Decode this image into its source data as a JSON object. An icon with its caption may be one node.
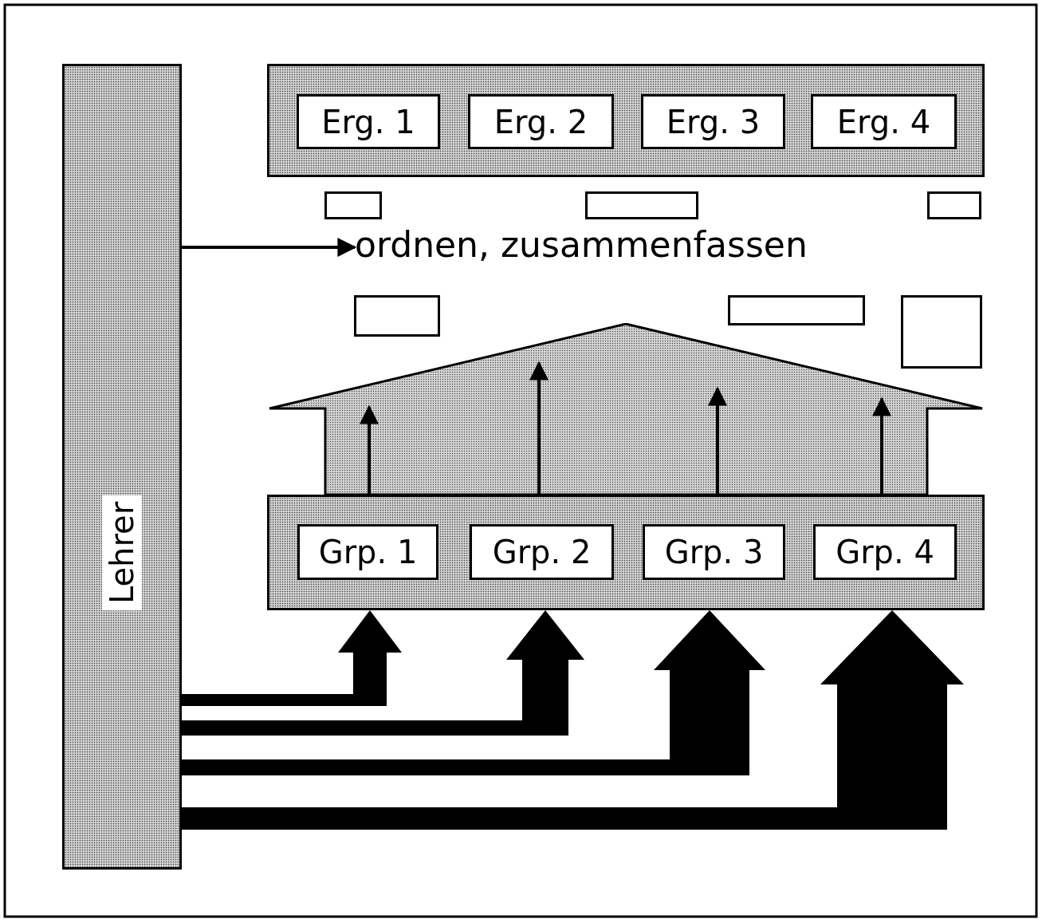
{
  "diagram": {
    "nodes": [
      {
        "text": [
          "Lehrer"
        ]
      },
      {
        "text": [],
        "shape": "box"
      },
      {
        "text": [
          "Erg. 1"
        ],
        "in": 1
      },
      {
        "text": [
          "Erg. 2"
        ],
        "in": 1
      },
      {
        "text": [
          "Erg. 3"
        ],
        "in": 1
      },
      {
        "text": [
          "Erg. 4"
        ],
        "in": 1
      },
      {
        "text": [
          "ordnen, zusammenfassen"
        ]
      },
      {
        "text": [],
        "shape": "box"
      },
      {
        "text": [],
        "shape": "box"
      },
      {
        "text": [],
        "shape": "box"
      },
      {
        "text": [],
        "shape": "box"
      },
      {
        "text": [],
        "shape": "box"
      },
      {
        "text": [],
        "shape": "box"
      },
      {
        "text": [],
        "shape": "pentagon"
      },
      {
        "text": [],
        "shape": "box"
      },
      {
        "text": [
          "Grp. 1"
        ],
        "in": 14
      },
      {
        "text": [
          "Grp. 2"
        ],
        "in": 14
      },
      {
        "text": [
          "Grp. 3"
        ],
        "in": 14
      },
      {
        "text": [
          "Grp. 4"
        ],
        "in": 14
      }
    ],
    "edges": [
      {
        "from": 0,
        "to": 6,
        "arrow": "to"
      },
      {
        "from": 14,
        "to": 13,
        "arrow": "to"
      },
      {
        "from": 14,
        "to": 13,
        "arrow": "to"
      },
      {
        "from": 14,
        "to": 13,
        "arrow": "to"
      },
      {
        "from": 14,
        "to": 13,
        "arrow": "to"
      },
      {
        "from": 0,
        "to": 14,
        "arrow": "to",
        "style": "thick"
      },
      {
        "from": 0,
        "to": 14,
        "arrow": "to",
        "style": "thick"
      },
      {
        "from": 0,
        "to": 14,
        "arrow": "to",
        "style": "thick"
      },
      {
        "from": 0,
        "to": 14,
        "arrow": "to",
        "style": "thick"
      }
    ]
  }
}
